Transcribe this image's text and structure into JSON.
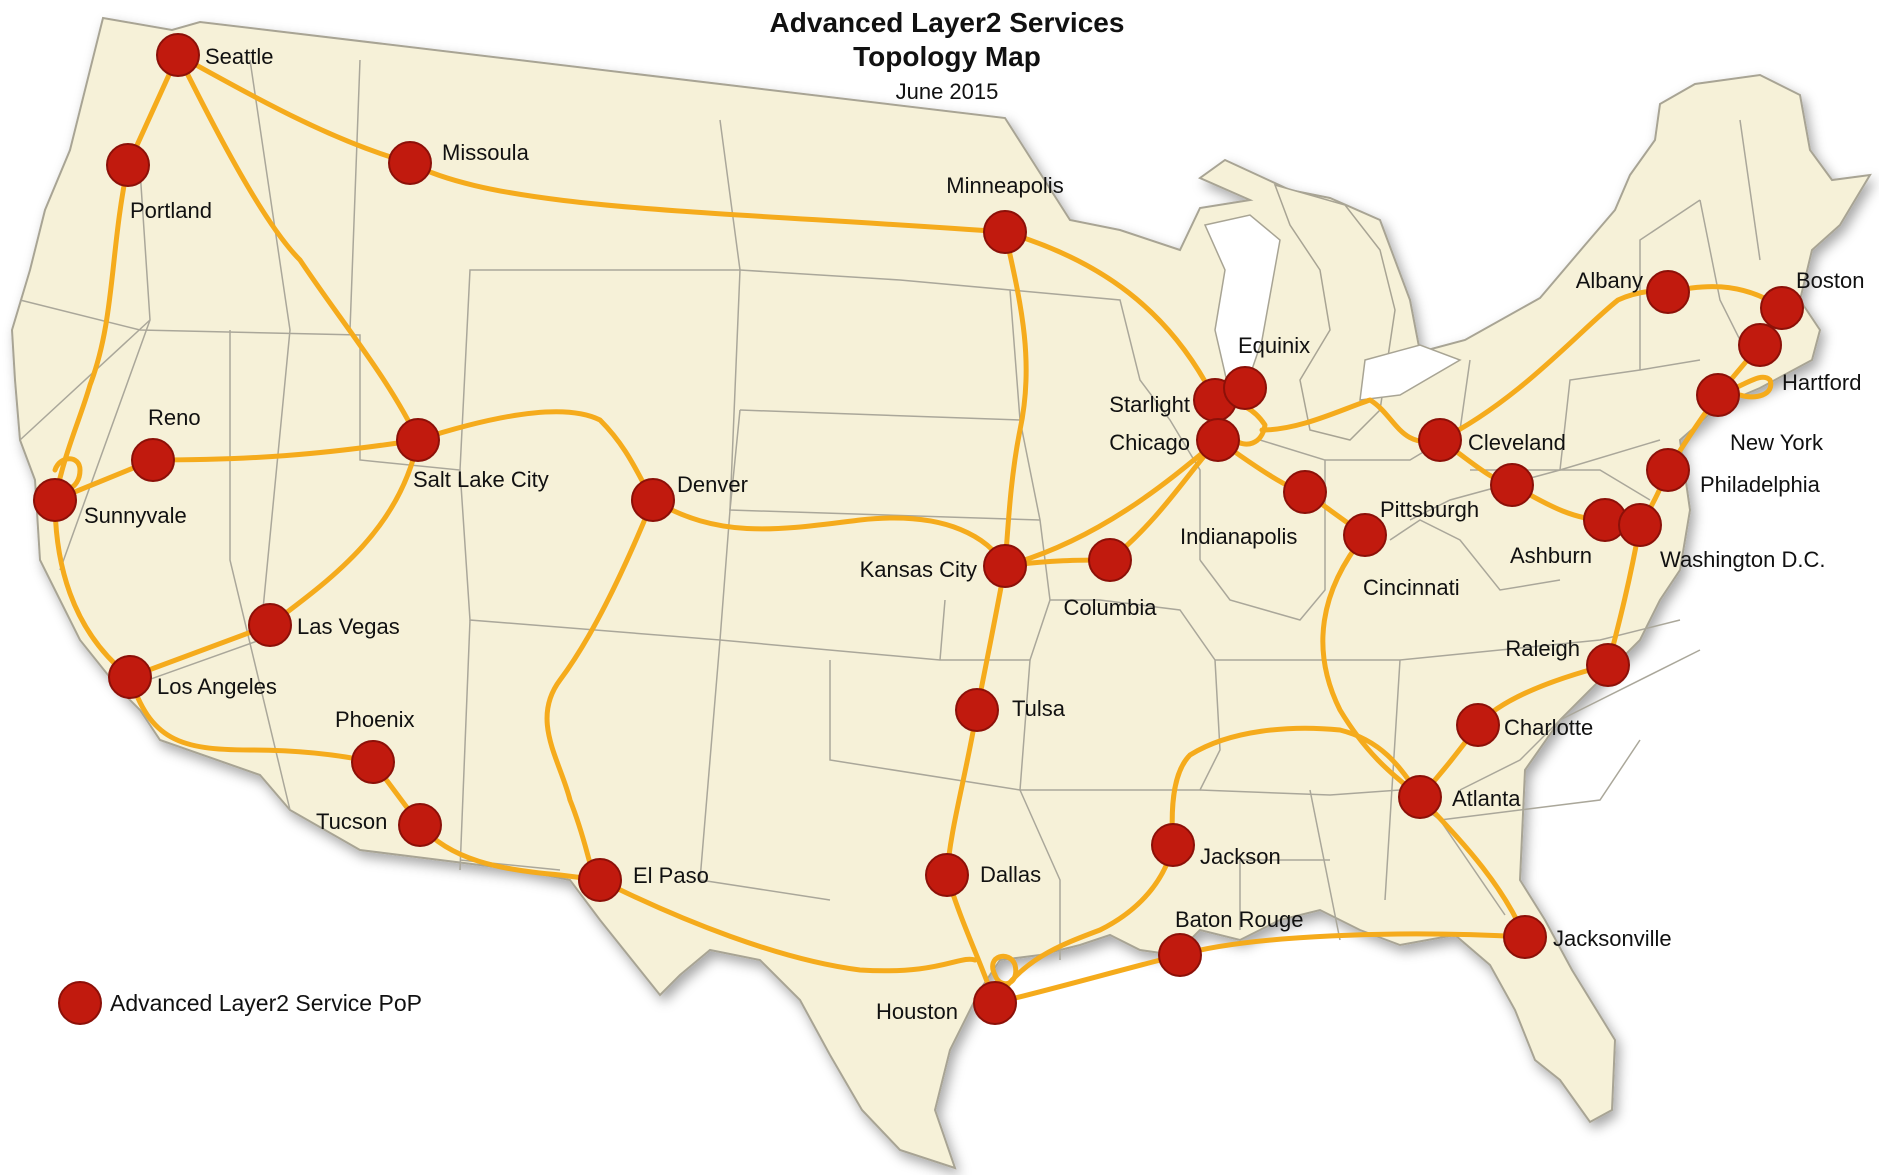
{
  "title": {
    "line1": "Advanced Layer2 Services",
    "line2": "Topology Map",
    "date": "June 2015"
  },
  "legend": {
    "label": "Advanced Layer2 Service PoP"
  },
  "colors": {
    "land": "#f6f1d8",
    "border": "#aaa79a",
    "route": "#f5ab1c",
    "node": "#c11a0e",
    "node_stroke": "#8c1008"
  },
  "cities": [
    "Seattle",
    "Portland",
    "Missoula",
    "Minneapolis",
    "Reno",
    "Sunnyvale",
    "Salt Lake City",
    "Denver",
    "Las Vegas",
    "Los Angeles",
    "Phoenix",
    "Tucson",
    "El Paso",
    "Kansas City",
    "Columbia",
    "Tulsa",
    "Dallas",
    "Houston",
    "Baton Rouge",
    "Jackson",
    "Starlight",
    "Equinix",
    "Chicago",
    "Indianapolis",
    "Cincinnati",
    "Pittsburgh",
    "Cleveland",
    "Ashburn",
    "Washington D.C.",
    "Philadelphia",
    "New York",
    "Hartford",
    "Boston",
    "Albany",
    "Raleigh",
    "Charlotte",
    "Atlanta",
    "Jacksonville"
  ]
}
